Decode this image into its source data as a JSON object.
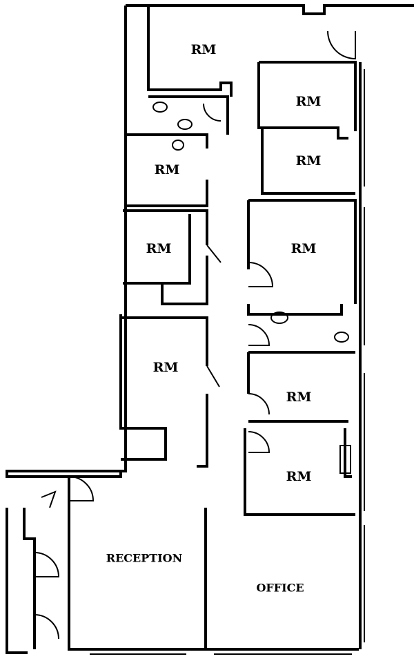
{
  "rooms": [
    {
      "label": "RM"
    },
    {
      "label": "RM"
    },
    {
      "label": "RM"
    },
    {
      "label": "RM"
    },
    {
      "label": "RM"
    },
    {
      "label": "RM"
    },
    {
      "label": "RM"
    },
    {
      "label": "RM"
    },
    {
      "label": "RM"
    }
  ],
  "reception": {
    "label": "RECEPTION"
  },
  "office": {
    "label": "OFFICE"
  },
  "colors": {
    "wall": "#000000",
    "background": "#ffffff"
  }
}
